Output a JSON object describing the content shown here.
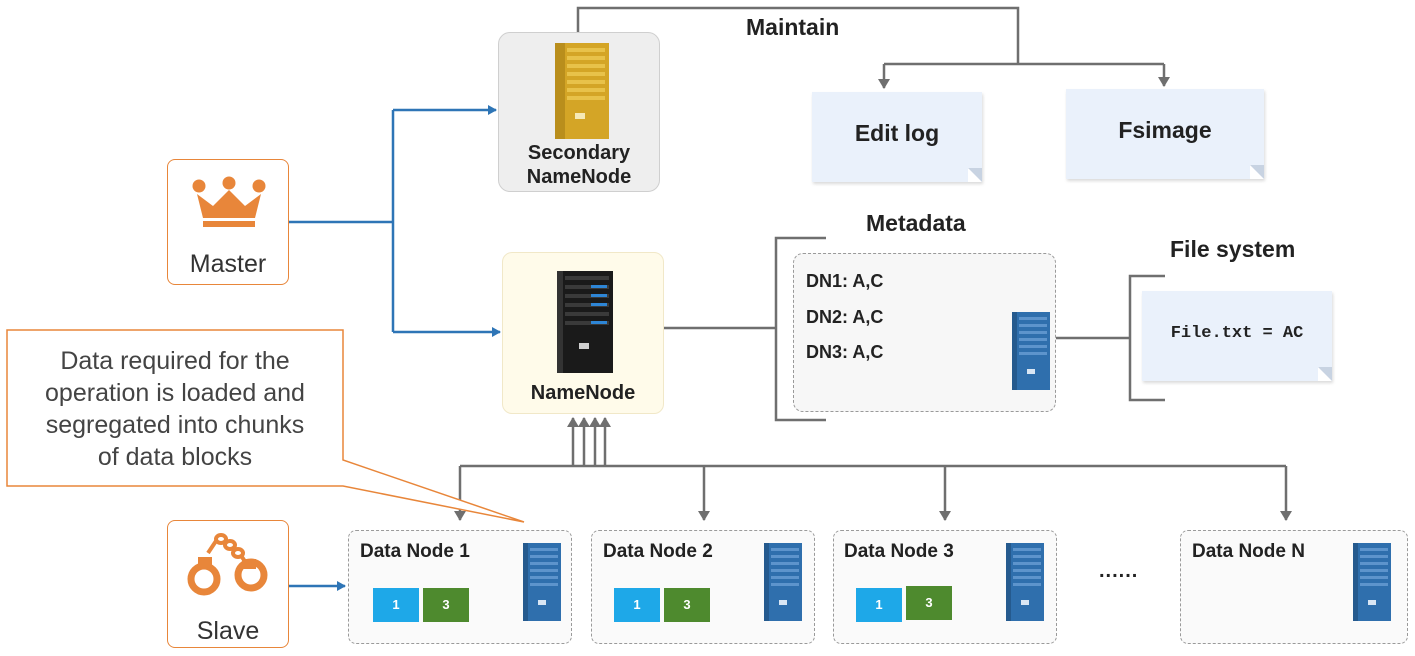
{
  "master": {
    "label": "Master",
    "icon": "crown-icon",
    "color": "#e8863a"
  },
  "slave": {
    "label": "Slave",
    "icon": "handcuffs-icon",
    "color": "#e8863a"
  },
  "secondary_namenode": {
    "label_line1": "Secondary",
    "label_line2": "NameNode",
    "icon": "gold-server-icon"
  },
  "namenode": {
    "label": "NameNode",
    "icon": "black-server-icon"
  },
  "maintain": {
    "heading": "Maintain",
    "edit_log": "Edit log",
    "fsimage": "Fsimage"
  },
  "metadata": {
    "heading": "Metadata",
    "entries": [
      "DN1: A,C",
      "DN2: A,C",
      "DN3: A,C"
    ]
  },
  "file_system": {
    "heading": "File system",
    "content": "File.txt = AC"
  },
  "callout": {
    "lines": [
      "Data required for the",
      "operation is loaded and",
      "segregated into chunks",
      "of data blocks"
    ]
  },
  "data_nodes": [
    {
      "label": "Data Node 1",
      "blocks": [
        "1",
        "3"
      ]
    },
    {
      "label": "Data Node 2",
      "blocks": [
        "1",
        "3"
      ]
    },
    {
      "label": "Data Node 3",
      "blocks": [
        "1",
        "3"
      ]
    },
    {
      "label": "Data Node N",
      "blocks": []
    }
  ],
  "ellipsis": "......",
  "colors": {
    "accent_orange": "#e8863a",
    "link_blue": "#2e75b6",
    "connector_gray": "#6f6f6f",
    "block_blue": "#1ea8e8",
    "block_green": "#4e8a2e"
  }
}
